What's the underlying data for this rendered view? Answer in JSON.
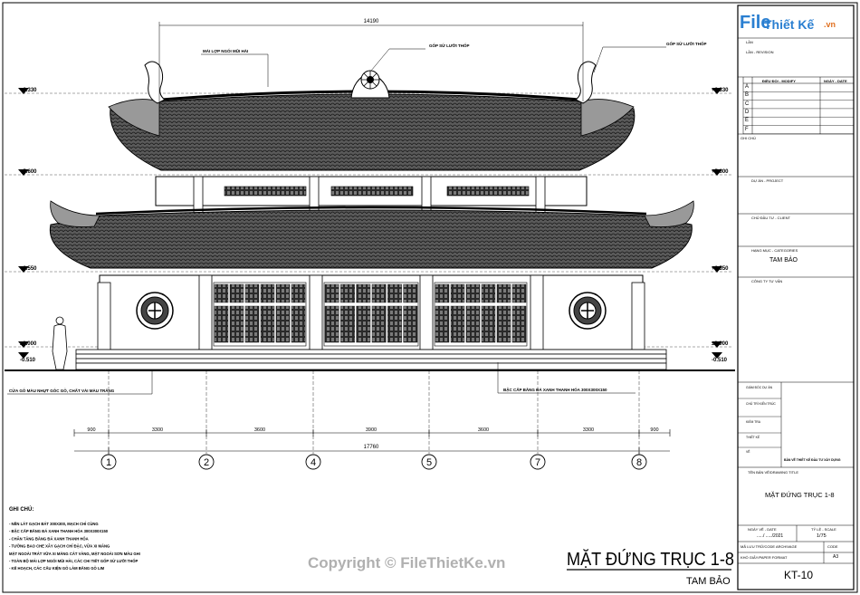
{
  "drawing": {
    "overall_height_dim": "14190",
    "overall_width_dim": "17760",
    "bay_dims": [
      "900",
      "3300",
      "3600",
      "3900",
      "3600",
      "3300",
      "900"
    ],
    "grid_labels": [
      "1",
      "2",
      "4",
      "5",
      "7",
      "8"
    ],
    "levels": {
      "top": "+8.330",
      "mid": "+5.600",
      "eave": "+2.550",
      "zero": "±0.000",
      "base": "-0.510"
    },
    "callouts": {
      "roof_tile": "MÁI LỢP NGÓI MŨI HÀI",
      "ornament_center": "GỐP SỨ LƯỠI THỐP",
      "ornament_right": "GỐP SỨ LƯỠI THỐP",
      "left_base": "CỬA GỖ MÀU NHỰT GÓC GỖ, CHẤT VÀI MÀU TRẮNG",
      "right_base": "BẬC CẤP BẰNG ĐÁ XANH THANH HÓA 300X300X150"
    },
    "notes_title": "GHI CHÚ:",
    "notes": [
      "- NỀN LÁT GẠCH BÁT 300X300, MẠCH CHỈ CÙNG",
      "- BẬC CẤP BẰNG ĐÁ XANH THANH HÓA 300X300X150",
      "- CHÂN TẢNG BẰNG ĐÁ XANH THANH HÓA",
      "- TƯỜNG BAO CHE XÂY GẠCH CHỈ ĐẶC, VỮA XI MĂNG",
      "  MẶT NGOÀI TRÁT VỮA XI MĂNG CÁT VÀNG, MẶT NGOÀI SƠN MÀU GHI",
      "- TOÀN BỘ MÁI LỢP NGÓI MŨI HÀI, CÁC CHI TIẾT GỐP SỨ LƯỠI THỐP",
      "- KẾ HOẠCH, CÁC CẤU KIỆN GỖ LÀM BẰNG GỖ LIM"
    ],
    "title_main": "MẶT ĐỨNG TRỤC 1-8",
    "title_sub": "TAM BẢO"
  },
  "titleblock": {
    "logo_f": "File",
    "logo_rest": "Thiết Kế",
    "logo_vn": ".vn",
    "header_no": "LẦN",
    "header_rev": "LẦN - REVISION",
    "col_mod": "ĐIỀU ĐỔI - MODIFY",
    "col_date": "NGÀY - DATE",
    "rows": [
      "A",
      "B",
      "C",
      "D",
      "E",
      "F"
    ],
    "remark": "GHI CHÚ",
    "project_label": "DỰ ÁN - PROJECT",
    "client_label": "CHỦ ĐẦU TƯ - CLIENT",
    "category_label": "HẠNG MỤC - CATEGORIES",
    "category_value": "TAM BẢO",
    "consultant_label": "CÔNG TY TƯ VẤN",
    "director_label": "GIÁM ĐỐC DỰ ÁN",
    "chief_label": "CHỦ TRÌ KIẾN TRÚC",
    "check_label": "KIỂM TRA",
    "design_label": "THIẾT KẾ",
    "draw_label": "VẼ",
    "stamp_note": "BẢN VẼ THIẾT KẾ ĐẦU TƯ XÂY DỰNG",
    "drawing_title_label": "TÊN BẢN VẼ/DRAWING TITLE",
    "drawing_title_value": "MẶT ĐỨNG TRỤC 1-8",
    "date_label": "NGÀY VẼ - DATE",
    "date_value": "...../ ...../2021",
    "scale_label": "TỶ LỆ - SCALE",
    "scale_value": "1/75",
    "archive_label": "MÃ LƯU TRỮ/CODE ARCHIVAGE",
    "code_label": "CODE",
    "paper_label": "KHỔ GIẤY/PAPER FORMAT",
    "paper_value": "A3",
    "sheet_no": "KT-10"
  },
  "watermark": "Copyright © FileThietKe.vn"
}
